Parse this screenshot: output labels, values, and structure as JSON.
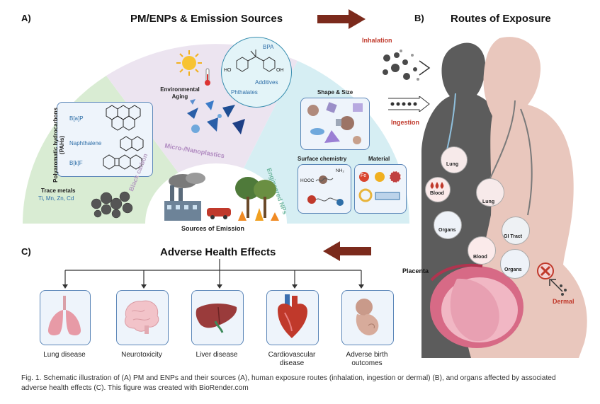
{
  "panel_a": {
    "label": "A)",
    "title": "PM/ENPs & Emission Sources",
    "pahs_title": "Polyaromatic hydrocarbons (PAHs)",
    "pahs": [
      "B[a]P",
      "Naphthalene",
      "B[k]F"
    ],
    "trace_metals_title": "Trace metals",
    "trace_metals_list": "Ti, Mn, Zn, Cd",
    "black_carbon": "Black carbon",
    "environmental_aging": "Environmental Aging",
    "bpa": "BPA",
    "additives": "Additives",
    "phthalates": "Phthalates",
    "ho_left": "HO",
    "oh_right": "OH",
    "micro_nano": "Micro-/Nanoplastics",
    "engineered_nps": "Engineered NPs",
    "shape_size": "Shape & Size",
    "surface_chemistry": "Surface chemistry",
    "hooc": "HOOC",
    "nh2": "NH₂",
    "material": "Material",
    "fe": "Fe",
    "sources": "Sources of Emission"
  },
  "panel_b": {
    "label": "B)",
    "title": "Routes of Exposure",
    "inhalation": "Inhalation",
    "ingestion": "Ingestion",
    "dermal": "Dermal",
    "placenta": "Placenta",
    "lung1": "Lung",
    "blood1": "Blood",
    "organs1": "Organs",
    "lung2": "Lung",
    "gi": "GI Tract",
    "blood2": "Blood",
    "organs2": "Organs"
  },
  "panel_c": {
    "label": "C)",
    "title": "Adverse Health Effects",
    "effects": [
      "Lung disease",
      "Neurotoxicity",
      "Liver disease",
      "Cardiovascular disease",
      "Adverse birth outcomes"
    ]
  },
  "caption": "Fig. 1. Schematic illustration of (A) PM and ENPs and their sources (A), human exposure routes (inhalation, ingestion or dermal) (B), and organs affected by associated adverse health effects (C). This figure was created with BioRender.com",
  "colors": {
    "arrow": "#7b2a1c",
    "green_sector": "#d9ecd3",
    "lilac_sector": "#ece4f0",
    "blue_sector": "#d6eef3",
    "box_border": "#5b86b8",
    "label_red": "#c0392b"
  }
}
